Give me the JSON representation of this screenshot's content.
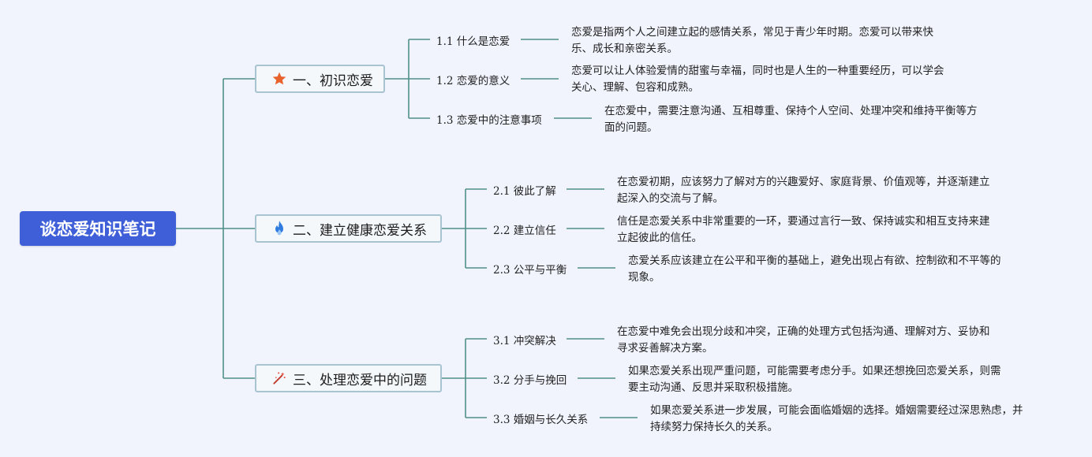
{
  "root": {
    "label": "谈恋爱知识笔记"
  },
  "colors": {
    "line": "#4f8f8a",
    "root_bg": "#3f5fd8",
    "background": "#f1f4fd",
    "node_border": "#a9c4d1"
  },
  "branches": [
    {
      "label": "一、初识恋爱",
      "icon": "star-icon",
      "children": [
        {
          "label": "1.1 什么是恋爱",
          "desc": [
            "恋爱是指两个人之间建立起的感情关系，常见于青少年时期。恋爱可以带来快",
            "乐、成长和亲密关系。"
          ]
        },
        {
          "label": "1.2 恋爱的意义",
          "desc": [
            "恋爱可以让人体验爱情的甜蜜与幸福，同时也是人生的一种重要经历，可以学会",
            "关心、理解、包容和成熟。"
          ]
        },
        {
          "label": "1.3 恋爱中的注意事项",
          "desc": [
            "在恋爱中，需要注意沟通、互相尊重、保持个人空间、处理冲突和维持平衡等方",
            "面的问题。"
          ]
        }
      ]
    },
    {
      "label": "二、建立健康恋爱关系",
      "icon": "flame-icon",
      "children": [
        {
          "label": "2.1 彼此了解",
          "desc": [
            "在恋爱初期，应该努力了解对方的兴趣爱好、家庭背景、价值观等，并逐渐建立",
            "起深入的交流与了解。"
          ]
        },
        {
          "label": "2.2 建立信任",
          "desc": [
            "信任是恋爱关系中非常重要的一环，要通过言行一致、保持诚实和相互支持来建",
            "立起彼此的信任。"
          ]
        },
        {
          "label": "2.3 公平与平衡",
          "desc": [
            "恋爱关系应该建立在公平和平衡的基础上，避免出现占有欲、控制欲和不平等的",
            "现象。"
          ]
        }
      ]
    },
    {
      "label": "三、处理恋爱中的问题",
      "icon": "magic-wand-icon",
      "children": [
        {
          "label": "3.1 冲突解决",
          "desc": [
            "在恋爱中难免会出现分歧和冲突，正确的处理方式包括沟通、理解对方、妥协和",
            "寻求妥善解决方案。"
          ]
        },
        {
          "label": "3.2 分手与挽回",
          "desc": [
            "如果恋爱关系出现严重问题，可能需要考虑分手。如果还想挽回恋爱关系，则需",
            "要主动沟通、反思并采取积极措施。"
          ]
        },
        {
          "label": "3.3 婚姻与长久关系",
          "desc": [
            "如果恋爱关系进一步发展，可能会面临婚姻的选择。婚姻需要经过深思熟虑，并",
            "持续努力保持长久的关系。"
          ]
        }
      ]
    }
  ]
}
